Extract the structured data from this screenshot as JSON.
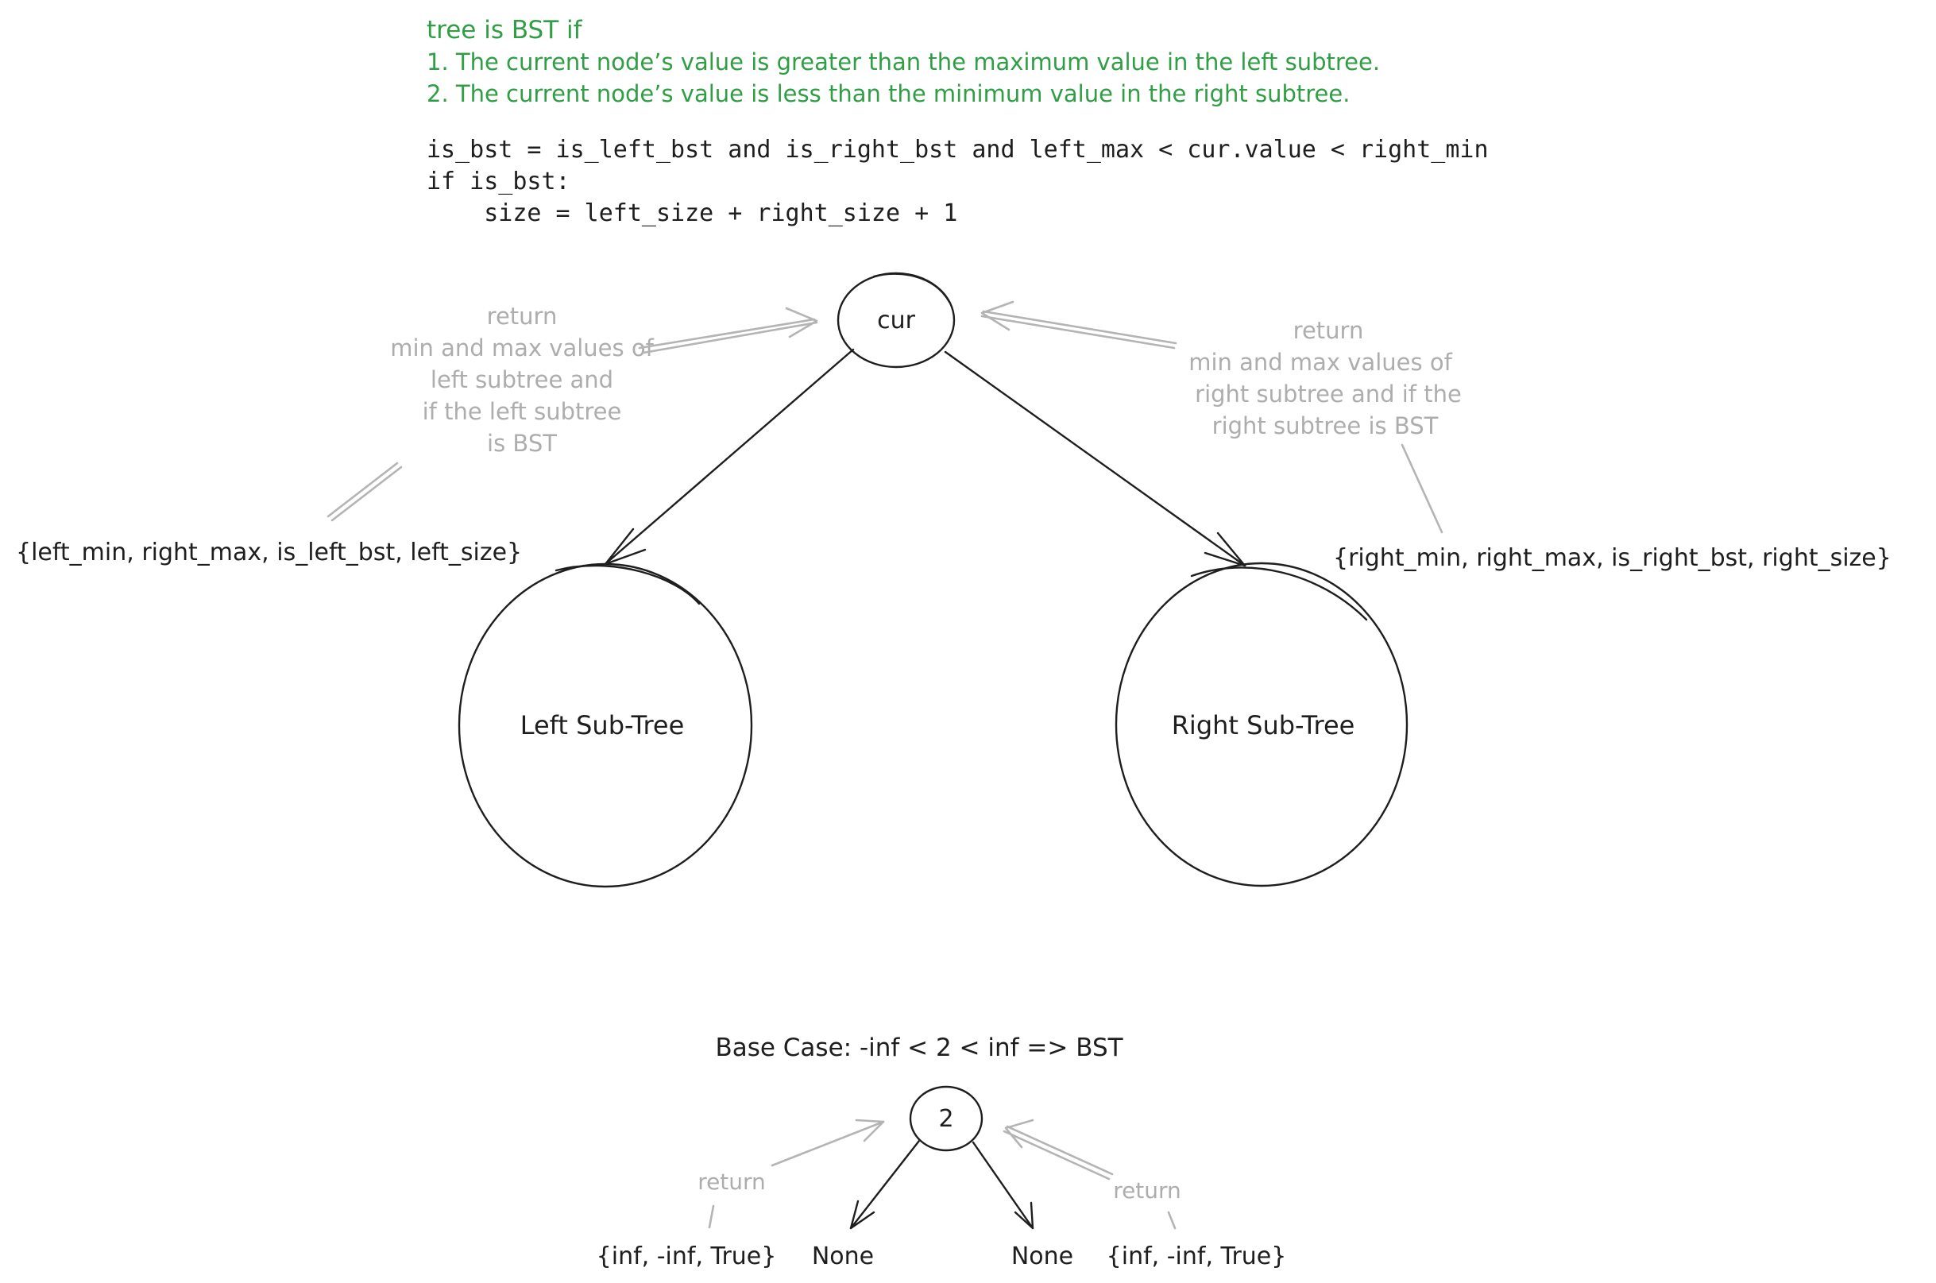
{
  "rules": {
    "heading": "tree is BST if",
    "rule1": "1. The current node’s value is greater than the maximum value in the left subtree.",
    "rule2": "2. The current node’s value is less than the minimum value in the right subtree."
  },
  "code": {
    "line1": "is_bst = is_left_bst and is_right_bst and left_max < cur.value < right_min",
    "line2": "if is_bst:",
    "line3": "    size = left_size + right_size + 1"
  },
  "main_tree": {
    "root_label": "cur",
    "left_subtree_label": "Left Sub-Tree",
    "right_subtree_label": "Right Sub-Tree",
    "left_return_note": [
      "return",
      "min and max values of",
      "left subtree and",
      "if the left subtree",
      "is BST"
    ],
    "right_return_note": [
      "return",
      "min and max values of",
      "right subtree and if the",
      "right subtree is BST"
    ],
    "left_tuple": "{left_min, right_max, is_left_bst, left_size}",
    "right_tuple": "{right_min, right_max, is_right_bst, right_size}"
  },
  "base_case": {
    "title": "Base Case: -inf < 2 < inf => BST",
    "node_label": "2",
    "left_child": "None",
    "right_child": "None",
    "left_return": "return",
    "right_return": "return",
    "left_tuple": "{inf, -inf, True}",
    "right_tuple": "{inf, -inf, True}"
  },
  "colors": {
    "ink": "#1e1e1e",
    "annotation": "#adadad",
    "highlight": "#2f9e44"
  }
}
